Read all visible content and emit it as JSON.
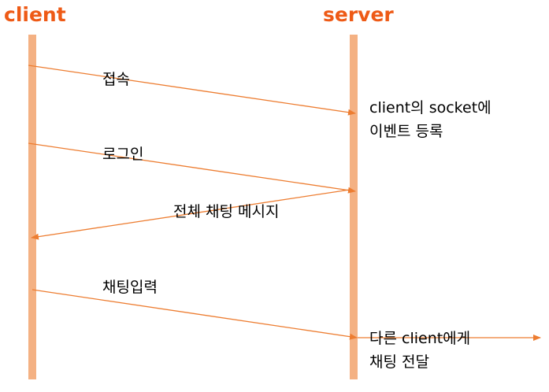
{
  "actors": {
    "client": "client",
    "server": "server"
  },
  "colors": {
    "actor_text": "#ee5a16",
    "lifeline": "#f4b183",
    "arrow": "#ed7d31",
    "text": "#000000"
  },
  "messages": [
    {
      "label": "접속",
      "from": "client",
      "to": "server"
    },
    {
      "label": "로그인",
      "from": "client",
      "to": "server"
    },
    {
      "label": "전체 채팅 메시지",
      "from": "server",
      "to": "client"
    },
    {
      "label": "채팅입력",
      "from": "client",
      "to": "server"
    }
  ],
  "notes": [
    {
      "lines": [
        "client의 socket에",
        "이벤트 등록"
      ]
    },
    {
      "lines": [
        "다른 client에게",
        "채팅 전달"
      ]
    }
  ]
}
